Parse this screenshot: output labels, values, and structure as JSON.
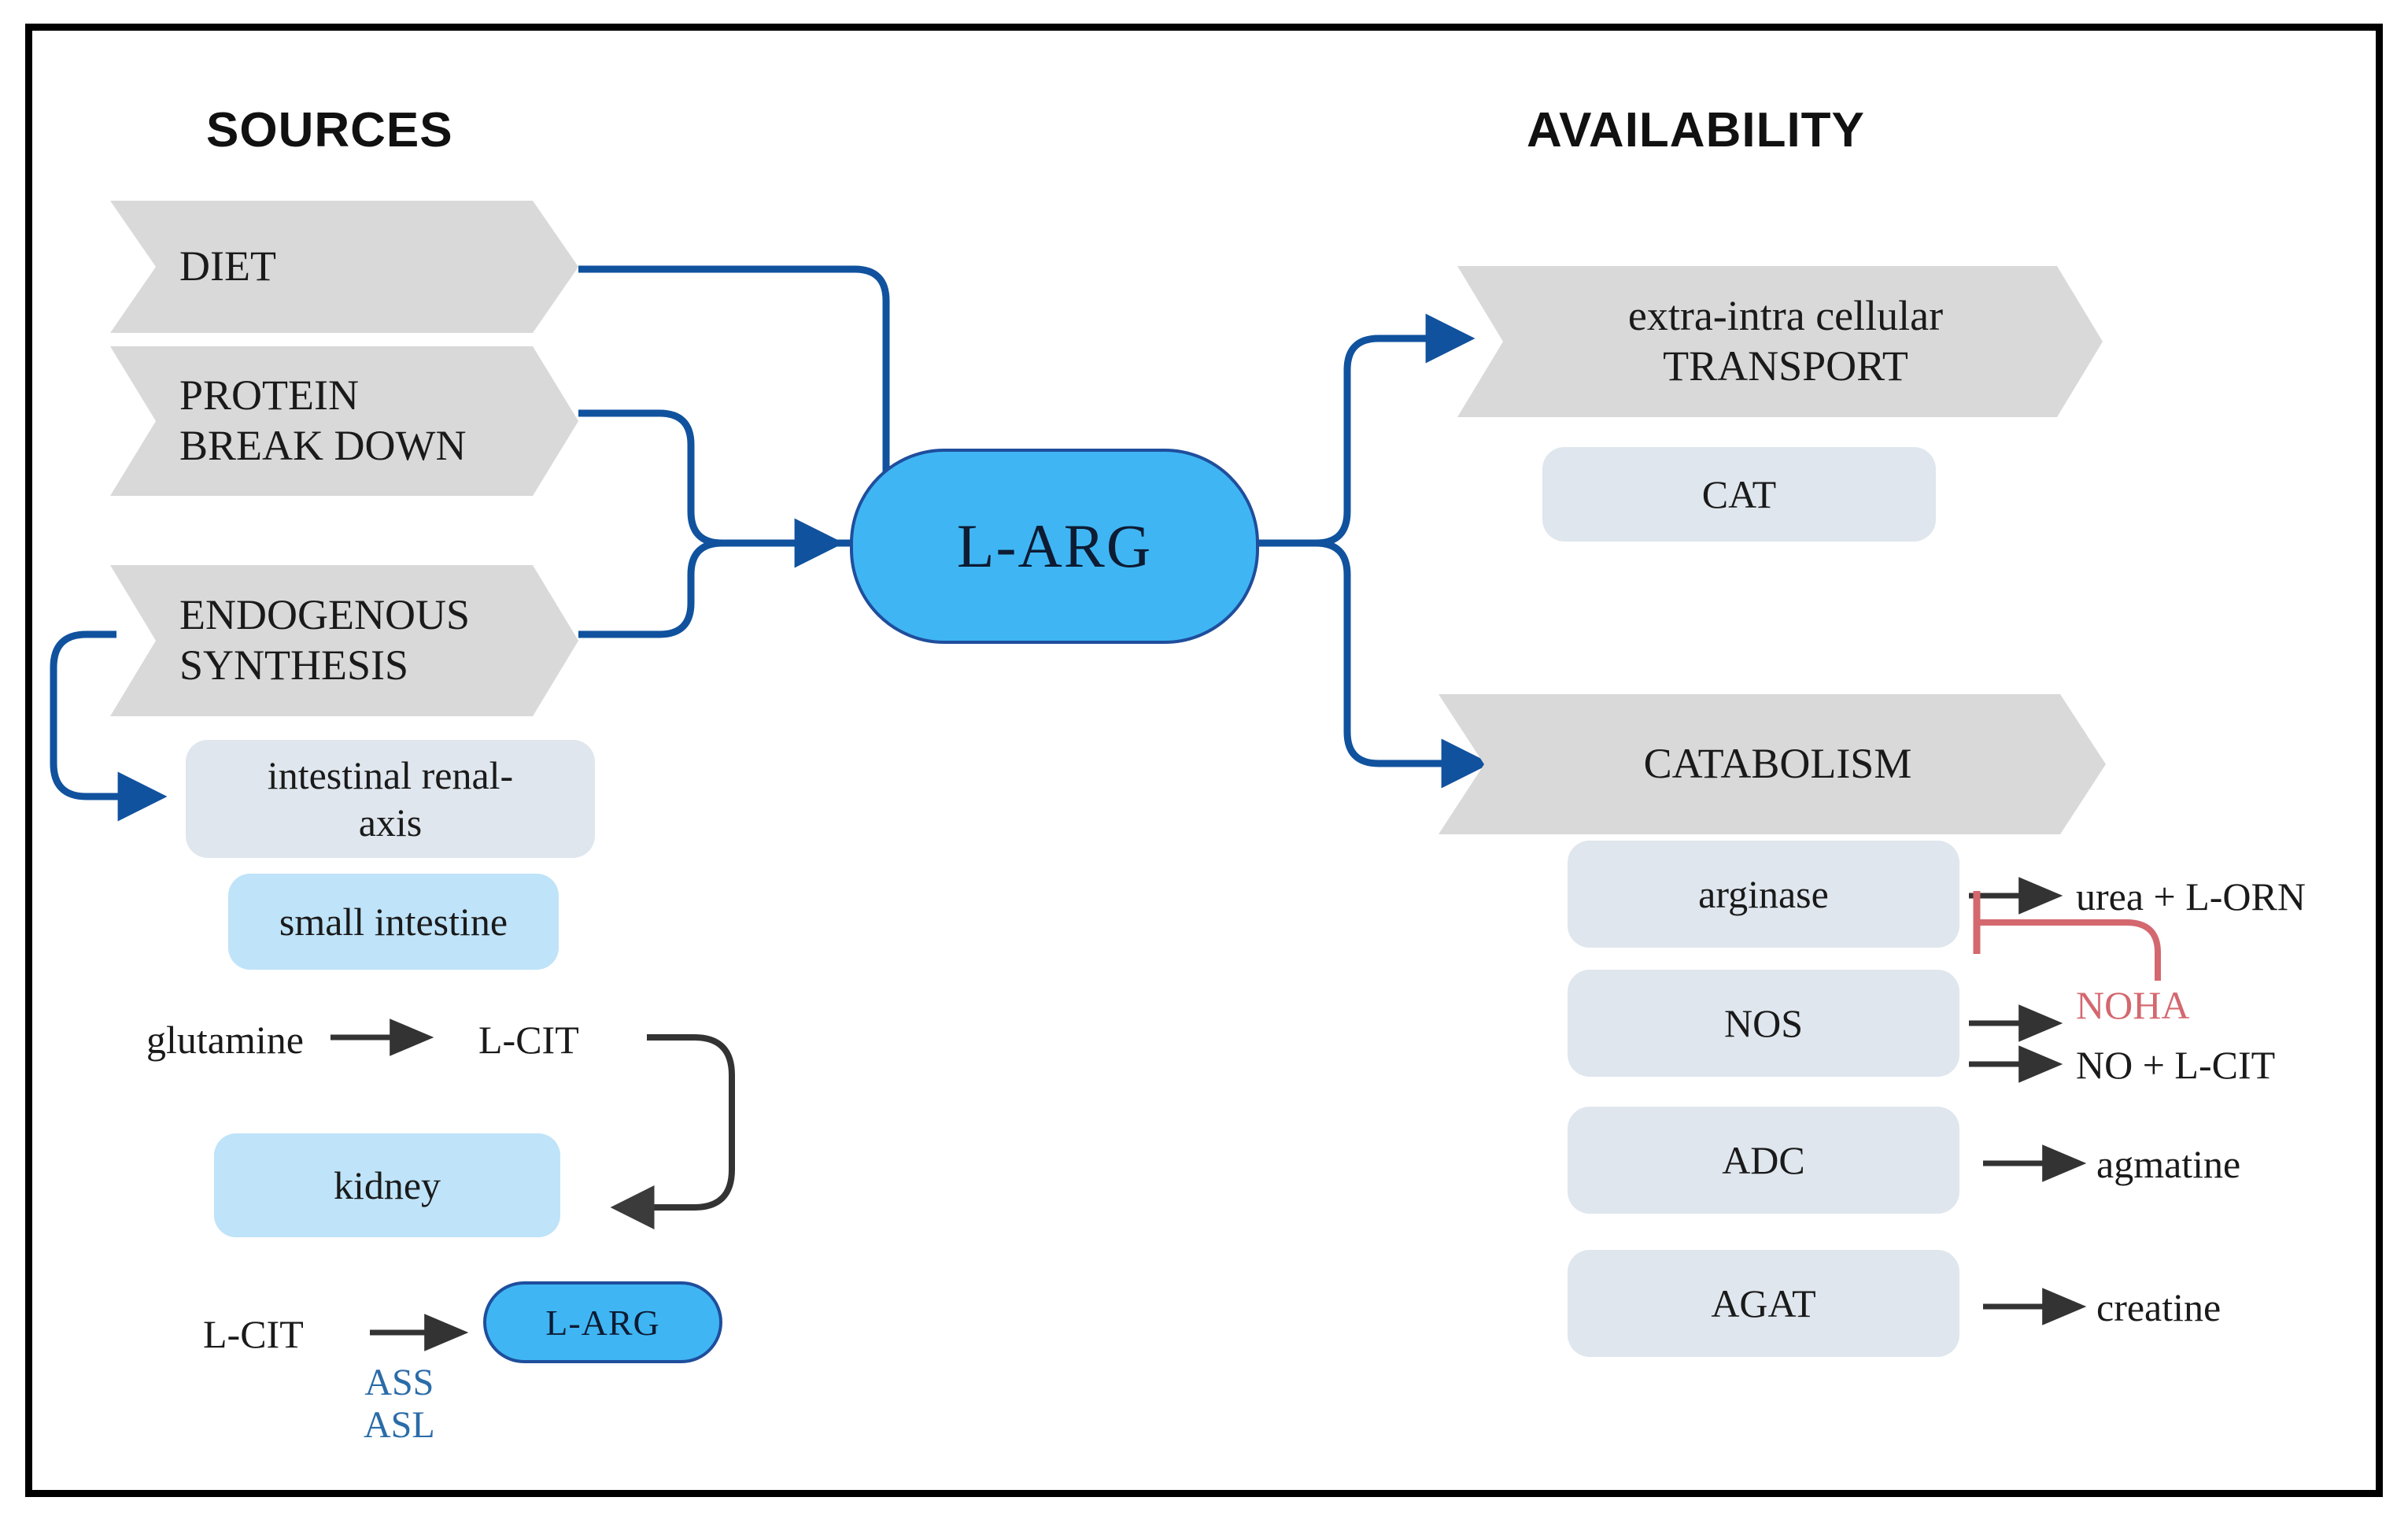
{
  "diagram": {
    "title_left": "SOURCES",
    "title_right": "AVAILABILITY",
    "colors": {
      "frame": "#000000",
      "chevron_gray": "#d9d9d9",
      "steel_box": "#dfe6ed",
      "sky_box": "#bfe3f9",
      "larg_fill": "#3fb6f3",
      "larg_stroke": "#1f4e9c",
      "connector_blue": "#10529e",
      "inhibition_red": "#d4686f",
      "arrow_black": "#333333",
      "ass_asl_blue": "#2b6ca8"
    }
  },
  "sources": {
    "chevrons": [
      {
        "id": "diet",
        "label": "DIET"
      },
      {
        "id": "protein-break-down",
        "label": "PROTEIN\nBREAK DOWN"
      },
      {
        "id": "endogenous-synthesis",
        "label": "ENDOGENOUS\nSYNTHESIS"
      }
    ],
    "boxes": [
      {
        "id": "intestinal-renal-axis",
        "label": "intestinal renal-\naxis",
        "style": "steel"
      },
      {
        "id": "small-intestine",
        "label": "small intestine",
        "style": "sky"
      },
      {
        "id": "kidney",
        "label": "kidney",
        "style": "sky"
      }
    ],
    "reactions": {
      "glutamine": "glutamine",
      "lcit_top": "L-CIT",
      "lcit_bottom": "L-CIT",
      "enzymes": "ASS\nASL",
      "product": "L-ARG"
    }
  },
  "center": {
    "node_label": "L-ARG"
  },
  "availability": {
    "transport": {
      "chevron_label": "extra-intra cellular\nTRANSPORT",
      "boxes": [
        {
          "id": "cat",
          "label": "CAT"
        }
      ]
    },
    "catabolism": {
      "chevron_label": "CATABOLISM",
      "enzymes": [
        {
          "id": "arginase",
          "label": "arginase",
          "products": [
            "urea + L-ORN"
          ]
        },
        {
          "id": "nos",
          "label": "NOS",
          "products": [
            "NOHA",
            "NO + L-CIT"
          ]
        },
        {
          "id": "adc",
          "label": "ADC",
          "products": [
            "agmatine"
          ]
        },
        {
          "id": "agat",
          "label": "AGAT",
          "products": [
            "creatine"
          ]
        }
      ],
      "products": {
        "urea_lorn": "urea + L-ORN",
        "noha": "NOHA",
        "no_lcit": "NO + L-CIT",
        "agmatine": "agmatine",
        "creatine": "creatine"
      },
      "inhibition": {
        "from": "NOHA",
        "to": "arginase",
        "symbol": "T-bar"
      }
    }
  }
}
